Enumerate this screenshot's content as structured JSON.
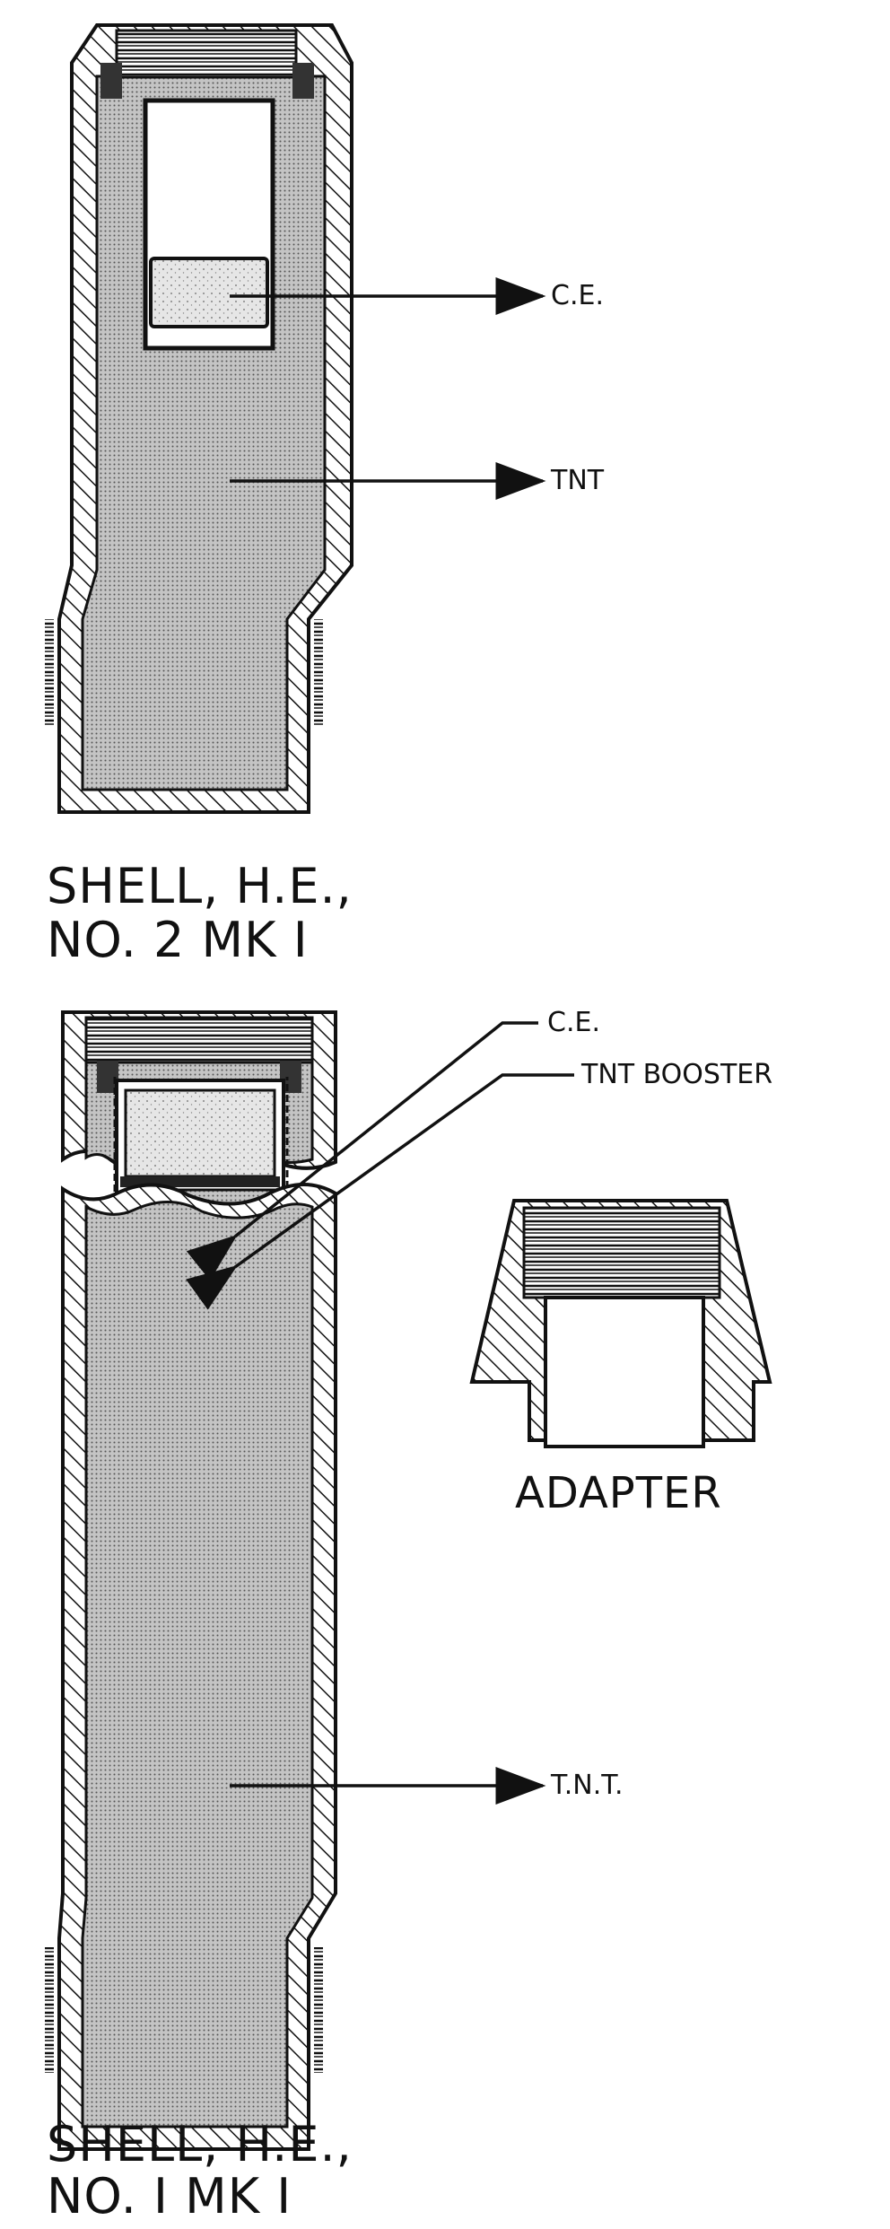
{
  "figure_top": {
    "caption_line1": "SHELL, H.E.,",
    "caption_line2": "NO. 2  MK I",
    "labels": {
      "ce": "C.E.",
      "tnt": "TNT"
    }
  },
  "figure_bottom": {
    "caption_line1": "SHELL, H.E.,",
    "caption_line2": "NO. I MK I",
    "labels": {
      "ce": "C.E.",
      "tnt_booster": "TNT BOOSTER",
      "tnt": "T.N.T."
    }
  },
  "adapter": {
    "label": "ADAPTER"
  },
  "colors": {
    "ink": "#111111",
    "tnt_fill": "#bdbdbd",
    "ce_fill": "#d9d9d9",
    "background": "#ffffff"
  }
}
